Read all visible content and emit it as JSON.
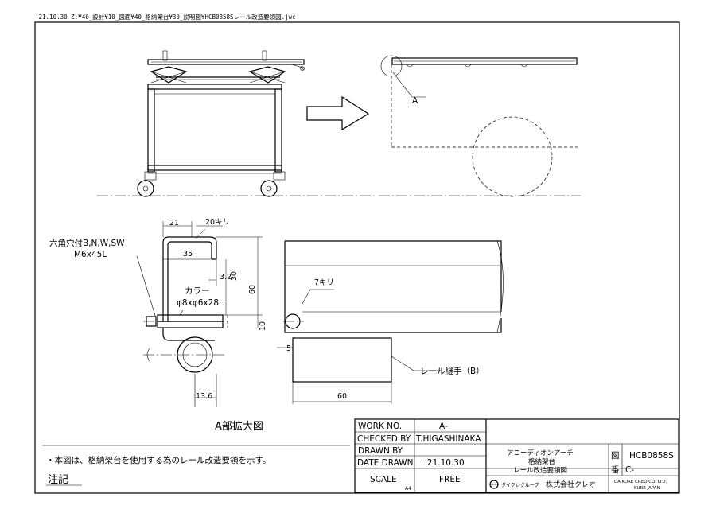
{
  "file_path": "'21.10.30 Z:¥40_設計¥10_図面¥40_格納架台¥30_説明図¥HCB0858Sレール改造要領図.jwc",
  "detail_marker": "A",
  "dimensions": {
    "d21": "21",
    "d20kiri": "20キリ",
    "d35": "35",
    "d3_2": "3.2",
    "d30": "30",
    "d60v": "60",
    "d10": "10",
    "d13_6": "13.6",
    "d7kiri": "7キリ",
    "d5": "5",
    "d60h": "60"
  },
  "callouts": {
    "bolt_line1": "六角穴付B,N,W,SW",
    "bolt_line2": "M6x45L",
    "collar_line1": "カラー",
    "collar_line2": "φ8xφ6x28L",
    "rail_joint": "レール継手（B）"
  },
  "detail_title": "A部拡大図",
  "note_text": "・本図は、格納架台を使用する為のレール改造要領を示す。",
  "note_title": "注記",
  "title_block": {
    "work_no_label": "WORK NO.",
    "work_no_value": "A-",
    "checked_by_label": "CHECKED BY",
    "checked_by_value": "T.HIGASHINAKA",
    "drawn_by_label": "DRAWN BY",
    "drawn_by_value": "",
    "date_drawn_label": "DATE DRAWN",
    "date_drawn_value": "'21.10.30",
    "scale_label": "SCALE",
    "scale_value": "FREE",
    "paper_size": "A4",
    "title_line1": "アコーディオンアーチ",
    "title_line2": "格納架台",
    "title_line3": "レール改造要領図",
    "dwg_label1": "図",
    "dwg_label2": "番",
    "dwg_no": "HCB0858S",
    "dwg_sub": "C-",
    "company_group": "ダイクレグループ",
    "company_name": "株式会社クレオ",
    "company_en1": "DAIKURE CREO CO. LTD.",
    "company_en2": "KURE JAPAN"
  }
}
